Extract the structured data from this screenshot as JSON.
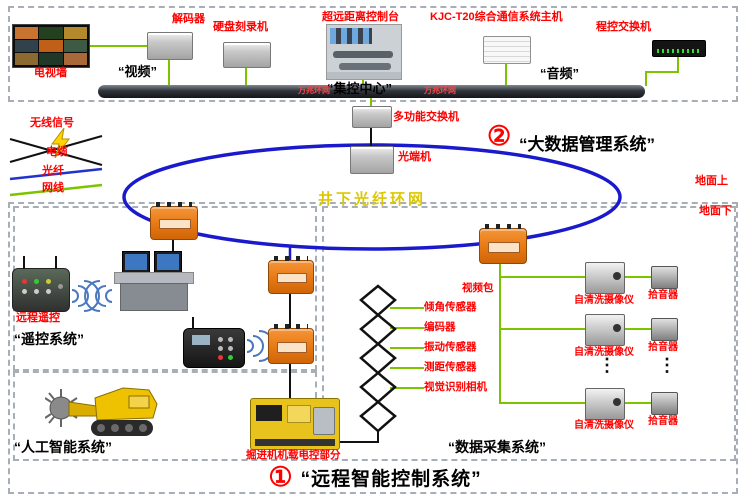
{
  "top": {
    "tv_wall": "电视墙",
    "decoder": "解码器",
    "recorder": "硬盘刻录机",
    "video": "“视频”",
    "remote_console": "超远距离控制台",
    "control_center": "“集控中心”",
    "comm_host": "KJC-T20综合通信系统主机",
    "pbx": "程控交换机",
    "audio": "“音频”",
    "bus_left": "万兆环网",
    "bus_right": "万兆环网"
  },
  "legend": {
    "wireless": "无线信号",
    "cable": "电缆",
    "fiber": "光纤",
    "ethernet": "网线"
  },
  "mid": {
    "multi_switch": "多功能交换机",
    "optical_terminal": "光端机",
    "sys2_num": "②",
    "sys2_title": "“大数据管理系统”",
    "ring": "井下光纤环网",
    "ground_above": "地面上",
    "ground_below": "地面下"
  },
  "remote_sys": {
    "remote_ctrl": "远程遥控",
    "title": "“遥控系统”"
  },
  "ai_sys": {
    "title": "“人工智能系统”",
    "onboard": "掘进机机载电控部分"
  },
  "daq": {
    "video_pack": "视频包",
    "sensors": [
      "倾角传感器",
      "编码器",
      "振动传感器",
      "测距传感器",
      "视觉识别相机"
    ],
    "camera": "自清洗摄像仪",
    "pickup": "拾音器",
    "dots": "⋮",
    "title": "“数据采集系统”"
  },
  "footer": {
    "num": "①",
    "title": "“远程智能控制系统”"
  }
}
